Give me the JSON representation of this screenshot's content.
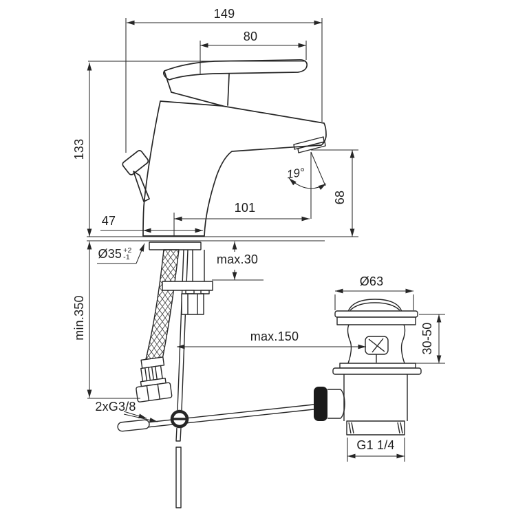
{
  "drawing": {
    "type": "technical-dimension-drawing",
    "subject": "basin mixer tap with pop-up waste",
    "colors": {
      "line": "#262626",
      "text": "#1f1f1f",
      "background": "#ffffff"
    },
    "labels": {
      "dim_149": "149",
      "dim_80": "80",
      "dim_133": "133",
      "dim_min_350": "min.350",
      "dim_101": "101",
      "dim_47": "47",
      "dia_35": "Ø35",
      "dia_35_tol_plus": "+2",
      "dia_35_tol_minus": "-1",
      "dim_max_30": "max.30",
      "angle_19": "19°",
      "dim_68": "68",
      "dim_max_150": "max.150",
      "dia_63": "Ø63",
      "dim_30_50": "30-50",
      "thread_supply_hoses": "2xG3/8",
      "thread_waste": "G1 1/4"
    }
  }
}
